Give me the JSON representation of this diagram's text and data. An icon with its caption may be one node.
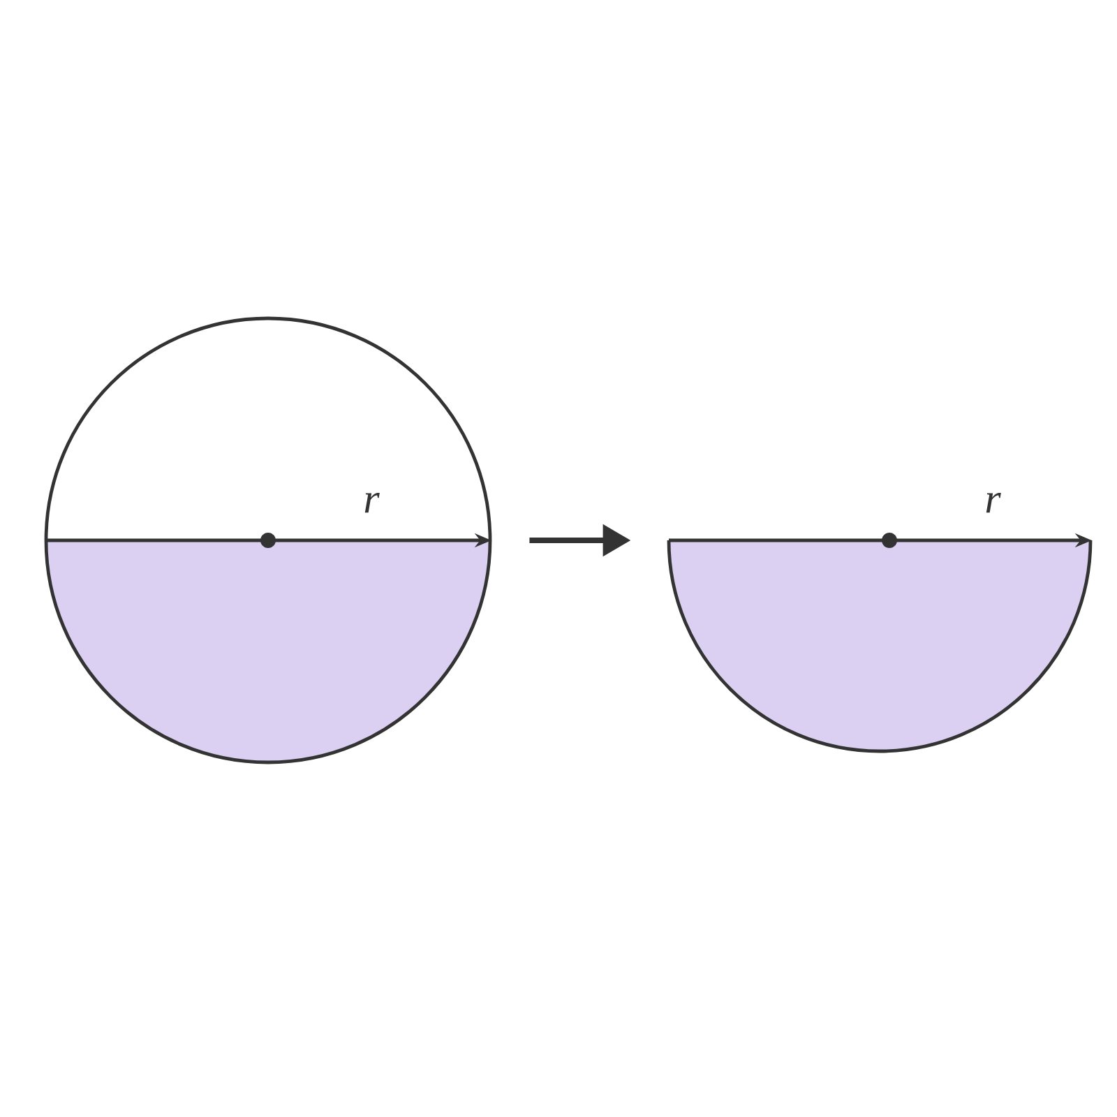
{
  "diagram": {
    "nodes": [
      {
        "text": [],
        "shape": "circle"
      },
      {
        "text": [],
        "shape": "semicircle"
      }
    ],
    "edges": [
      {
        "from": 0,
        "to": 1,
        "arrow": "to"
      }
    ],
    "labels": [
      "r",
      "r"
    ]
  }
}
